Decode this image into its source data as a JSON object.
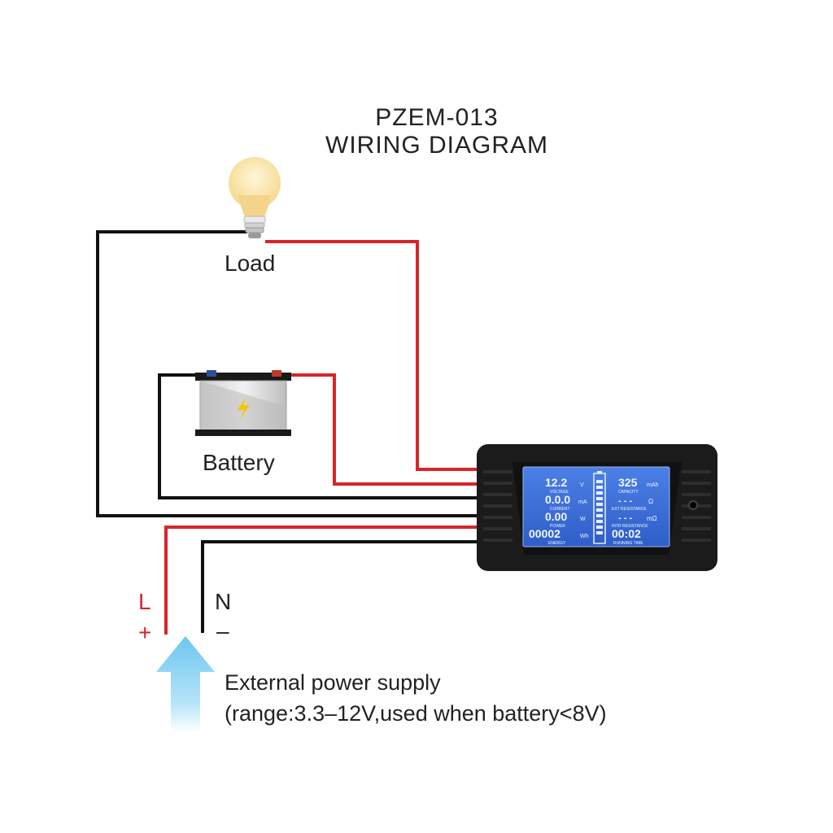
{
  "title": {
    "line1": "PZEM-013",
    "line2": "WIRING  DIAGRAM"
  },
  "labels": {
    "load": "Load",
    "battery": "Battery",
    "live_letter": "L",
    "live_sign": "+",
    "neutral_letter": "N",
    "neutral_sign": "–"
  },
  "supply": {
    "line1": "External power supply",
    "line2": "(range:3.3–12V,used when battery<8V)"
  },
  "meter": {
    "voltage_value": "12.2",
    "voltage_unit": "V",
    "voltage_label": "VOLTAGE",
    "current_value": "0.0.0",
    "current_unit": "mA",
    "current_label": "CURRENT",
    "power_value": "0.00",
    "power_unit": "W",
    "power_label": "POWER",
    "energy_value": "00002",
    "energy_unit": "Wh",
    "energy_label": "ENERGY",
    "capacity_value": "325",
    "capacity_unit": "mAh",
    "capacity_label": "CAPACITY",
    "ext_res_value": "- - -",
    "ext_res_unit": "Ω",
    "ext_res_label": "EXT RESISTANCE",
    "intr_res_value": "- - -",
    "intr_res_unit": "mΩ",
    "intr_res_label": "INTR RESISTANCE",
    "time_value": "00:02",
    "time_label": "RUNNING TIME"
  },
  "colors": {
    "red_wire": "#d8242a",
    "black_wire": "#111111",
    "lcd": "#3b6fd8",
    "arrow": "#7fd0f2"
  }
}
